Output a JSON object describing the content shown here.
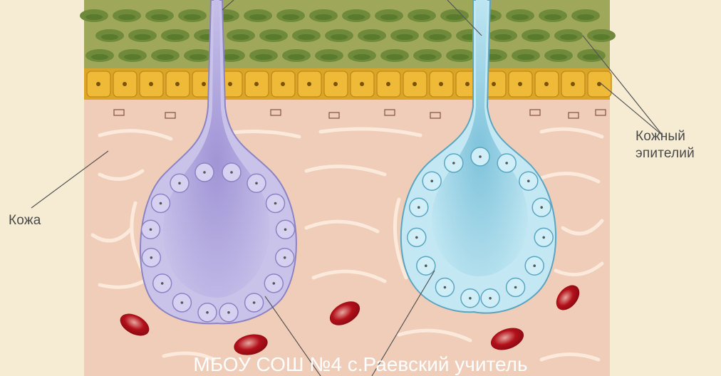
{
  "labels": {
    "skin": "Кожа",
    "epithelium_line1": "Кожный",
    "epithelium_line2": "эпителий"
  },
  "footer": "МБОУ СОШ №4 с.Раевский учитель",
  "colors": {
    "background": "#f6ecd4",
    "dermis": "#f0cdb8",
    "epidermis": "#9fa85a",
    "basal_layer": "#d9a62a",
    "left_gland": "#b5aee0",
    "right_gland": "#a2d6e6",
    "blood_cell": "#b3101a"
  }
}
